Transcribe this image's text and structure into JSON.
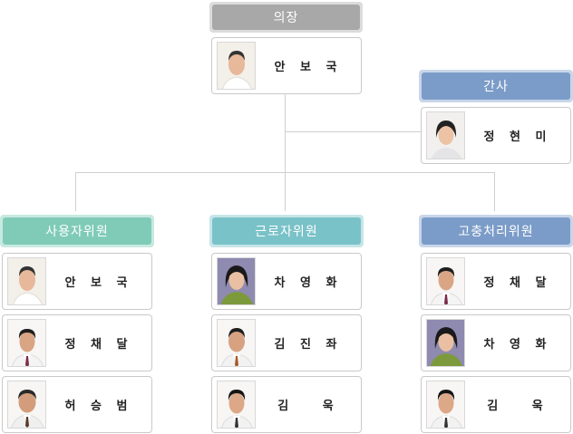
{
  "chair": {
    "title": "의장",
    "member": {
      "name": "안 보 국",
      "photo": "portrait-man-white-shirt"
    }
  },
  "secretary": {
    "title": "간사",
    "member": {
      "name": "정 현 미",
      "photo": "portrait-woman-short-hair"
    }
  },
  "groups": [
    {
      "title": "사용자위원",
      "members": [
        {
          "name": "안 보 국",
          "photo": "portrait-man-white-shirt"
        },
        {
          "name": "정 채 달",
          "photo": "portrait-man-suit"
        },
        {
          "name": "허 승 범",
          "photo": "portrait-man-suit"
        }
      ]
    },
    {
      "title": "근로자위원",
      "members": [
        {
          "name": "차 영 화",
          "photo": "portrait-woman-green-sweater"
        },
        {
          "name": "김 진 좌",
          "photo": "portrait-man-suit"
        },
        {
          "name": "김   욱",
          "photo": "portrait-man-suit"
        }
      ]
    },
    {
      "title": "고충처리위원",
      "members": [
        {
          "name": "정 채 달",
          "photo": "portrait-man-suit"
        },
        {
          "name": "차 영 화",
          "photo": "portrait-woman-green-sweater"
        },
        {
          "name": "김   욱",
          "photo": "portrait-man-suit"
        }
      ]
    }
  ],
  "colors": {
    "chair_header": "#a8a8a8",
    "chair_header_border": "#dcdcdc",
    "employer_header": "#7fcbb8",
    "employer_header_border": "#c8e9e0",
    "worker_header": "#79c2c8",
    "worker_header_border": "#c6e5e8",
    "grievance_header": "#7b9cc8",
    "grievance_header_border": "#c9d6e9",
    "connector": "#cfcfcf"
  }
}
